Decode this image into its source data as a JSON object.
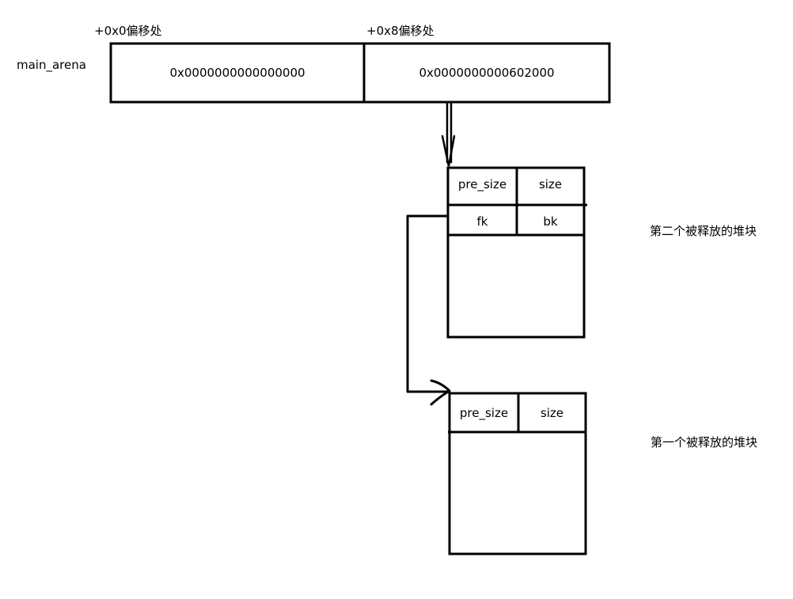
{
  "labels": {
    "arena_name": "main_arena",
    "offset_0": "+0x0偏移处",
    "offset_8": "+0x8偏移处"
  },
  "arena_cells": {
    "cell_0": "0x0000000000000000",
    "cell_8": "0x0000000000602000"
  },
  "chunk_second": {
    "pre_size": "pre_size",
    "size": "size",
    "fk": "fk",
    "bk": "bk",
    "caption": "第二个被释放的堆块"
  },
  "chunk_first": {
    "pre_size": "pre_size",
    "size": "size",
    "caption": "第一个被释放的堆块"
  }
}
